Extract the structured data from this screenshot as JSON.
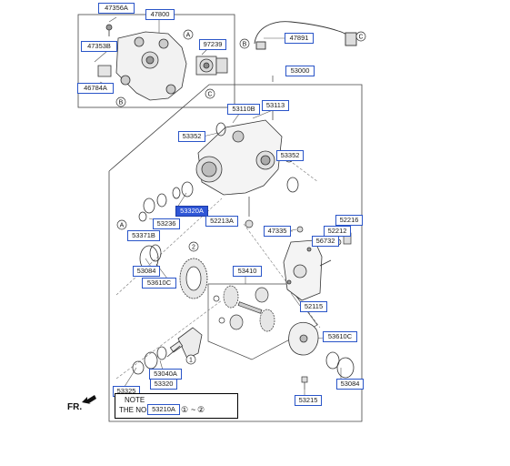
{
  "parts": {
    "p47356A": "47356A",
    "p47800": "47800",
    "p47353B": "47353B",
    "p97239": "97239",
    "p46784A": "46784A",
    "p47891": "47891",
    "p53000": "53000",
    "p53110B": "53110B",
    "p53113": "53113",
    "p53352a": "53352",
    "p53352b": "53352",
    "p53320A": "53320A",
    "p52213A": "52213A",
    "p53236": "53236",
    "p53371B": "53371B",
    "p47335": "47335",
    "p52216": "52216",
    "p52212": "52212",
    "p56732": "56732",
    "p53084a": "53084",
    "p53610Ca": "53610C",
    "p53410": "53410",
    "p52115": "52115",
    "p53610Cb": "53610C",
    "p53040A": "53040A",
    "p53320": "53320",
    "p53325": "53325",
    "p53084b": "53084",
    "p53215": "53215"
  },
  "callouts": {
    "A": "A",
    "B": "B",
    "C": "C",
    "one": "1",
    "two": "2"
  },
  "note": {
    "title": "NOTE",
    "text": "THE NO",
    "ref": "53210A",
    "range_a": "①",
    "range_sep": "~",
    "range_b": "②"
  },
  "direction": "FR.",
  "colors": {
    "label_border": "#2a55c8",
    "highlight": "#2f56d6"
  }
}
